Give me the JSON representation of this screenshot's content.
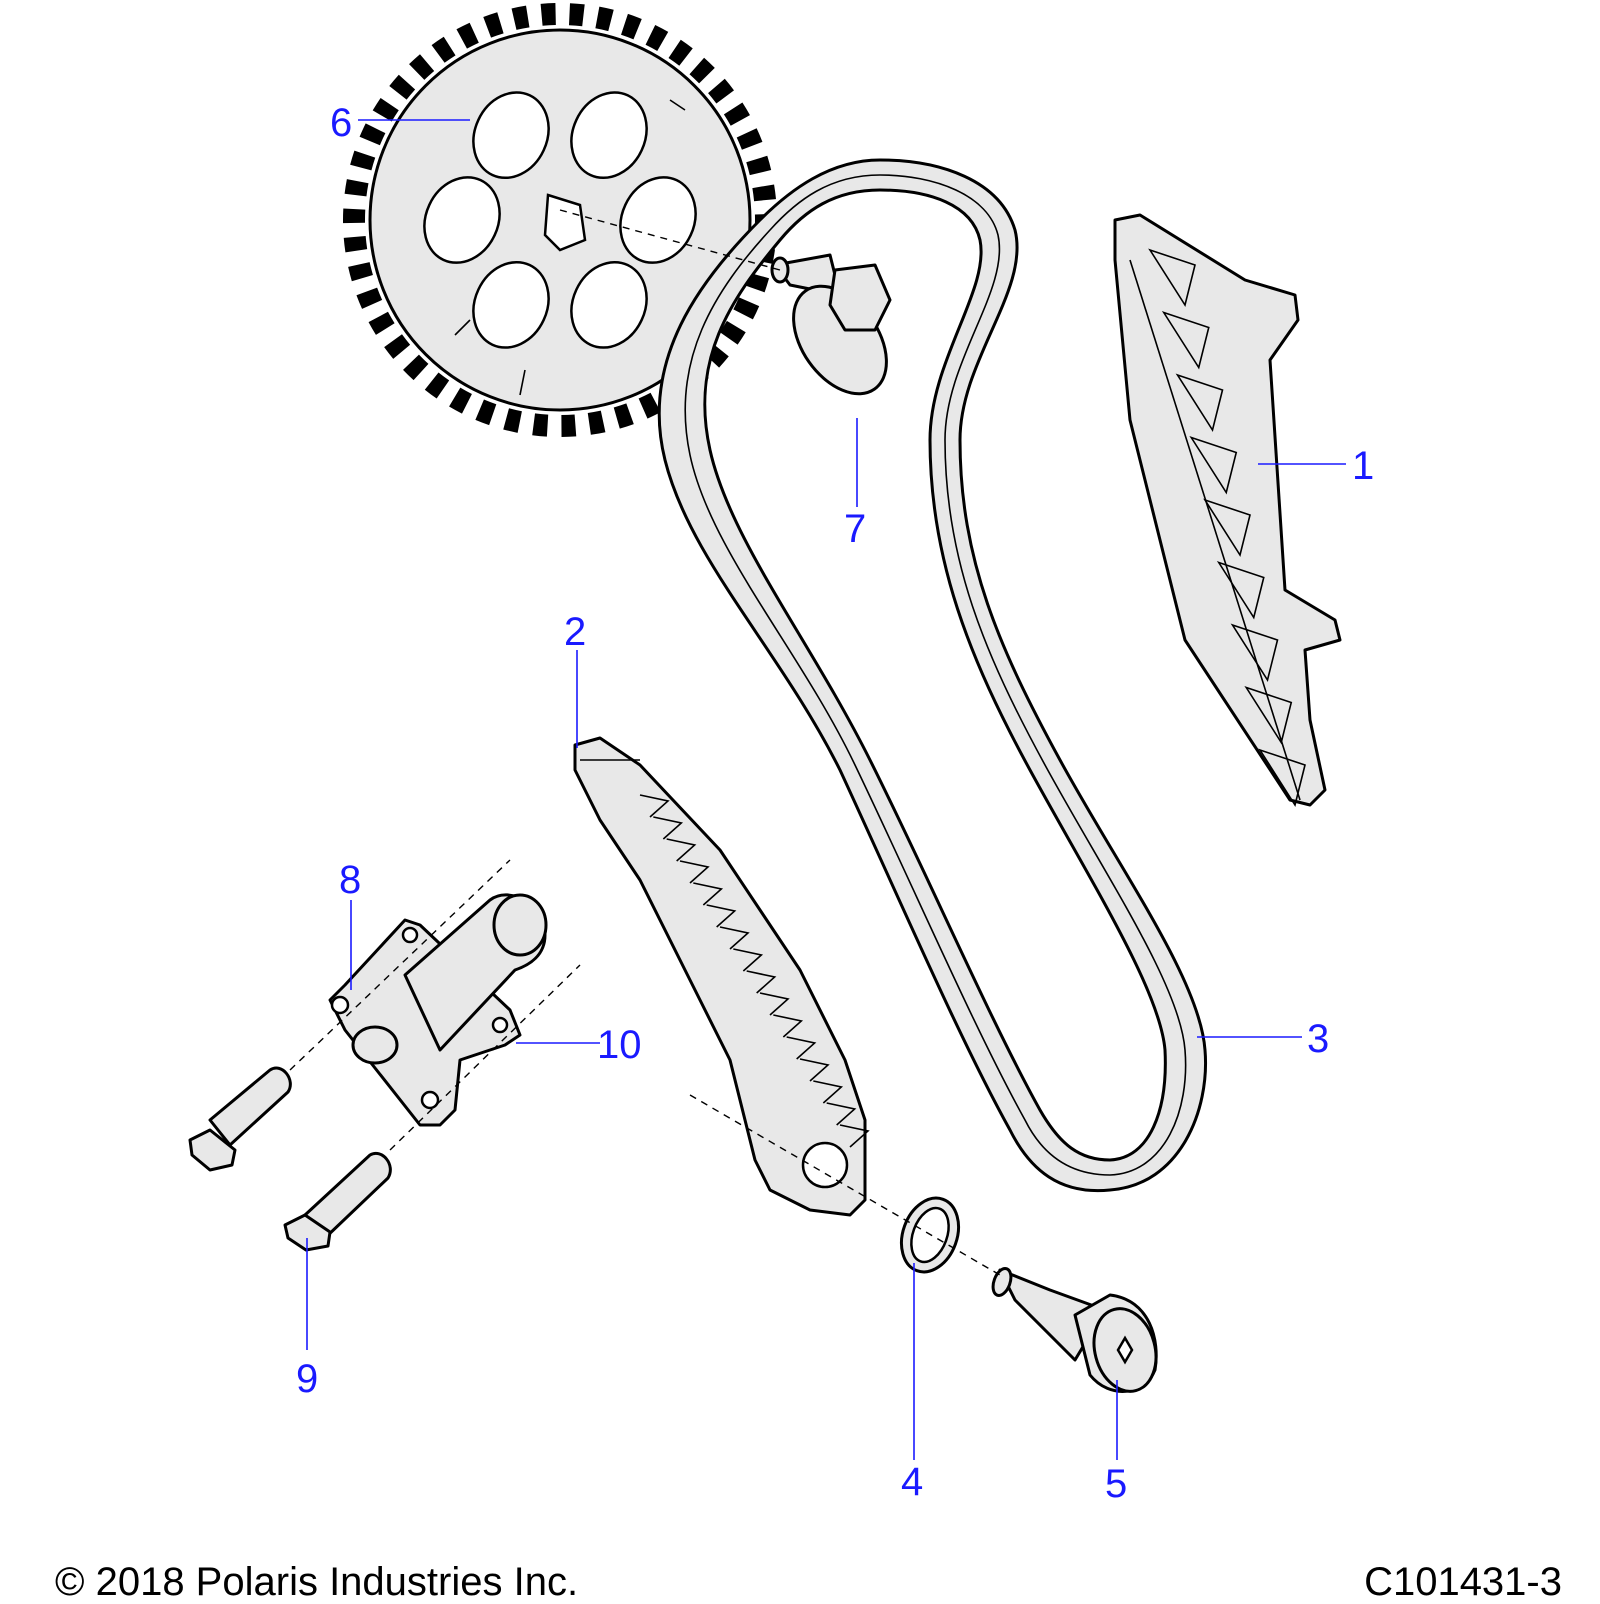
{
  "callouts": [
    {
      "id": "1",
      "label": "1"
    },
    {
      "id": "2",
      "label": "2"
    },
    {
      "id": "3",
      "label": "3"
    },
    {
      "id": "4",
      "label": "4"
    },
    {
      "id": "5",
      "label": "5"
    },
    {
      "id": "6",
      "label": "6"
    },
    {
      "id": "7",
      "label": "7"
    },
    {
      "id": "8",
      "label": "8"
    },
    {
      "id": "9",
      "label": "9"
    },
    {
      "id": "10",
      "label": "10"
    }
  ],
  "footer": {
    "copyright": "© 2018 Polaris Industries Inc.",
    "figure_id": "C101431-3"
  },
  "colors": {
    "callout": "#1a1aff",
    "part_fill": "#e8e8e8",
    "outline": "#000000"
  }
}
